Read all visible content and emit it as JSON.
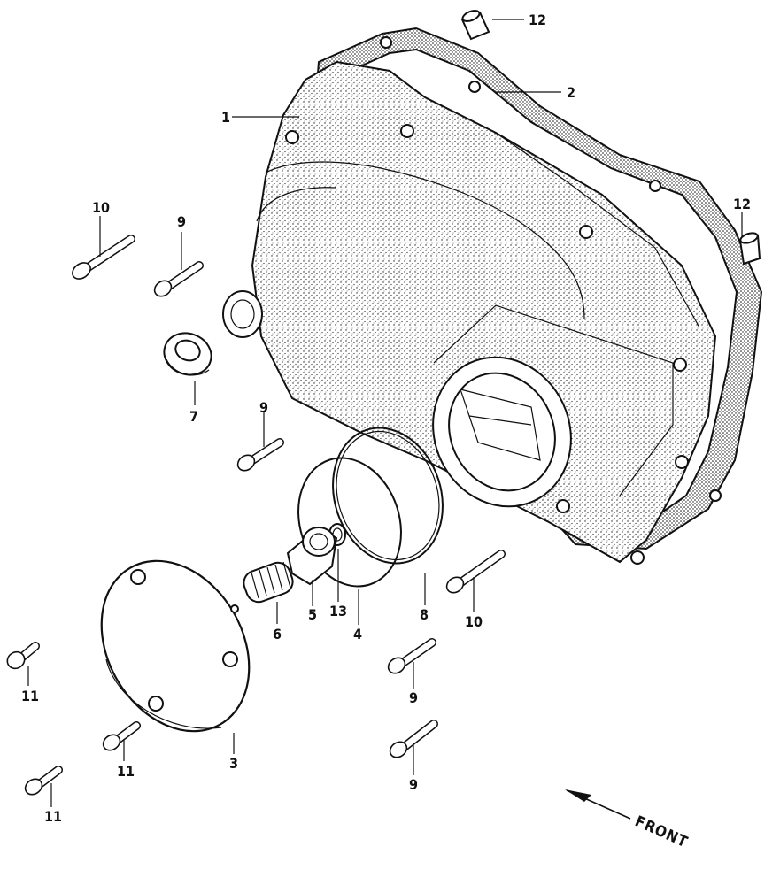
{
  "diagram": {
    "callouts": [
      {
        "id": "c1",
        "text": "1"
      },
      {
        "id": "c2",
        "text": "2"
      },
      {
        "id": "c3",
        "text": "3"
      },
      {
        "id": "c4",
        "text": "4"
      },
      {
        "id": "c5",
        "text": "5"
      },
      {
        "id": "c6",
        "text": "6"
      },
      {
        "id": "c7",
        "text": "7"
      },
      {
        "id": "c8",
        "text": "8"
      },
      {
        "id": "c9a",
        "text": "9"
      },
      {
        "id": "c9b",
        "text": "9"
      },
      {
        "id": "c9c",
        "text": "9"
      },
      {
        "id": "c9d",
        "text": "9"
      },
      {
        "id": "c10a",
        "text": "10"
      },
      {
        "id": "c10b",
        "text": "10"
      },
      {
        "id": "c11a",
        "text": "11"
      },
      {
        "id": "c11b",
        "text": "11"
      },
      {
        "id": "c11c",
        "text": "11"
      },
      {
        "id": "c12a",
        "text": "12"
      },
      {
        "id": "c12b",
        "text": "12"
      },
      {
        "id": "c13",
        "text": "13"
      }
    ],
    "front_label": "FRONT"
  }
}
